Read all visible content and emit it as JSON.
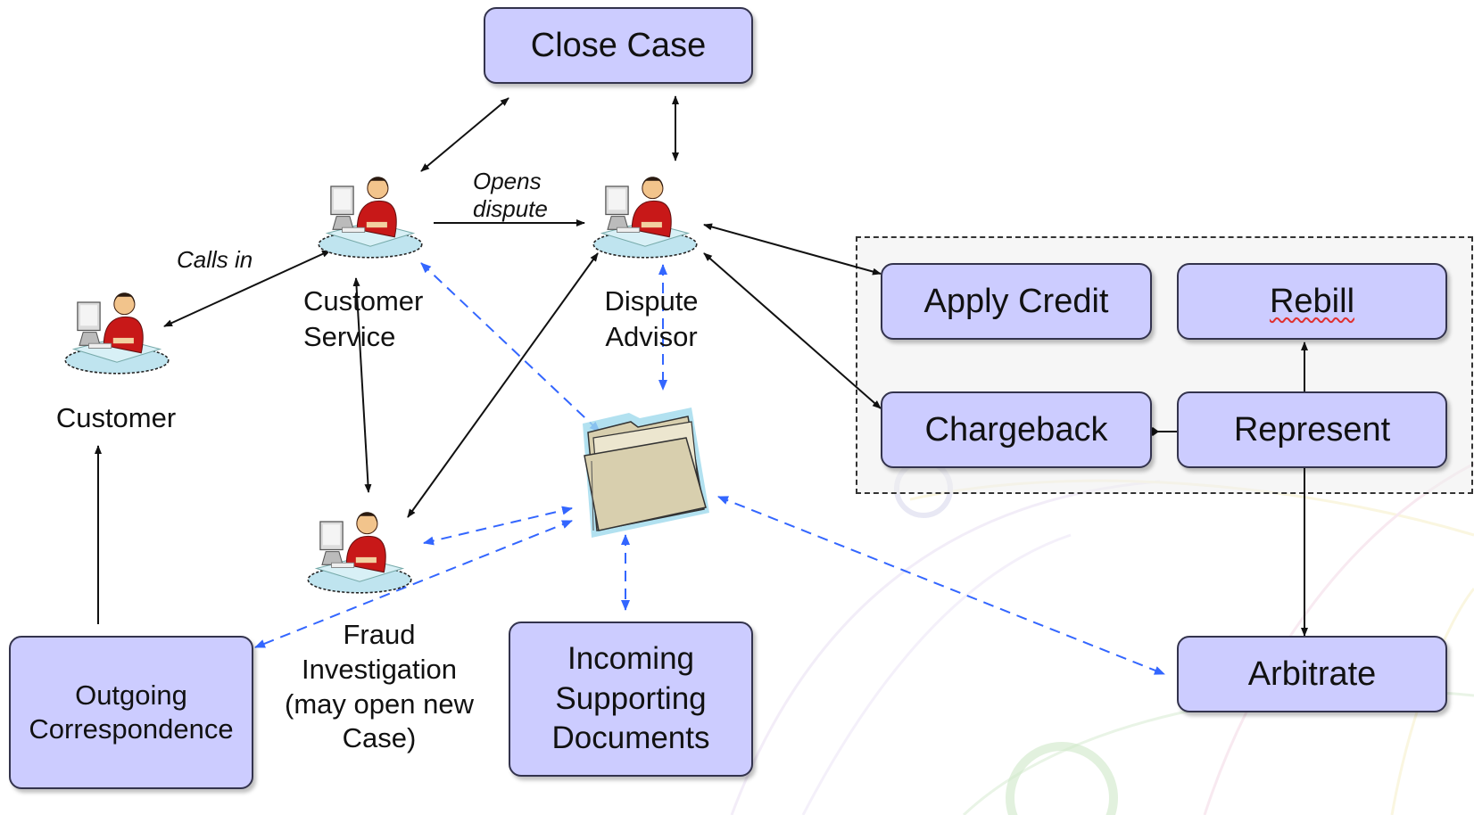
{
  "nodes": {
    "close_case": "Close Case",
    "customer_service": "Customer\nService",
    "dispute_advisor": "Dispute\nAdvisor",
    "customer": "Customer",
    "fraud_investigation": "Fraud\nInvestigation\n(may open new\nCase)",
    "outgoing_correspondence": "Outgoing\nCorrespondence",
    "incoming_supporting_documents": "Incoming\nSupporting\nDocuments",
    "apply_credit": "Apply Credit",
    "rebill": "Rebill",
    "chargeback": "Chargeback",
    "represent": "Represent",
    "arbitrate": "Arbitrate"
  },
  "edge_labels": {
    "calls_in": "Calls in",
    "opens_dispute": "Opens\ndispute"
  },
  "icons": {
    "person": "person-at-desk-icon",
    "folder": "folder-icon"
  },
  "colors": {
    "box_fill": "#ccccff",
    "box_border": "#33334d",
    "solid_arrow": "#111111",
    "dashed_arrow": "#3366ff",
    "person_suit": "#c81818",
    "folder": "#d8cfae"
  }
}
